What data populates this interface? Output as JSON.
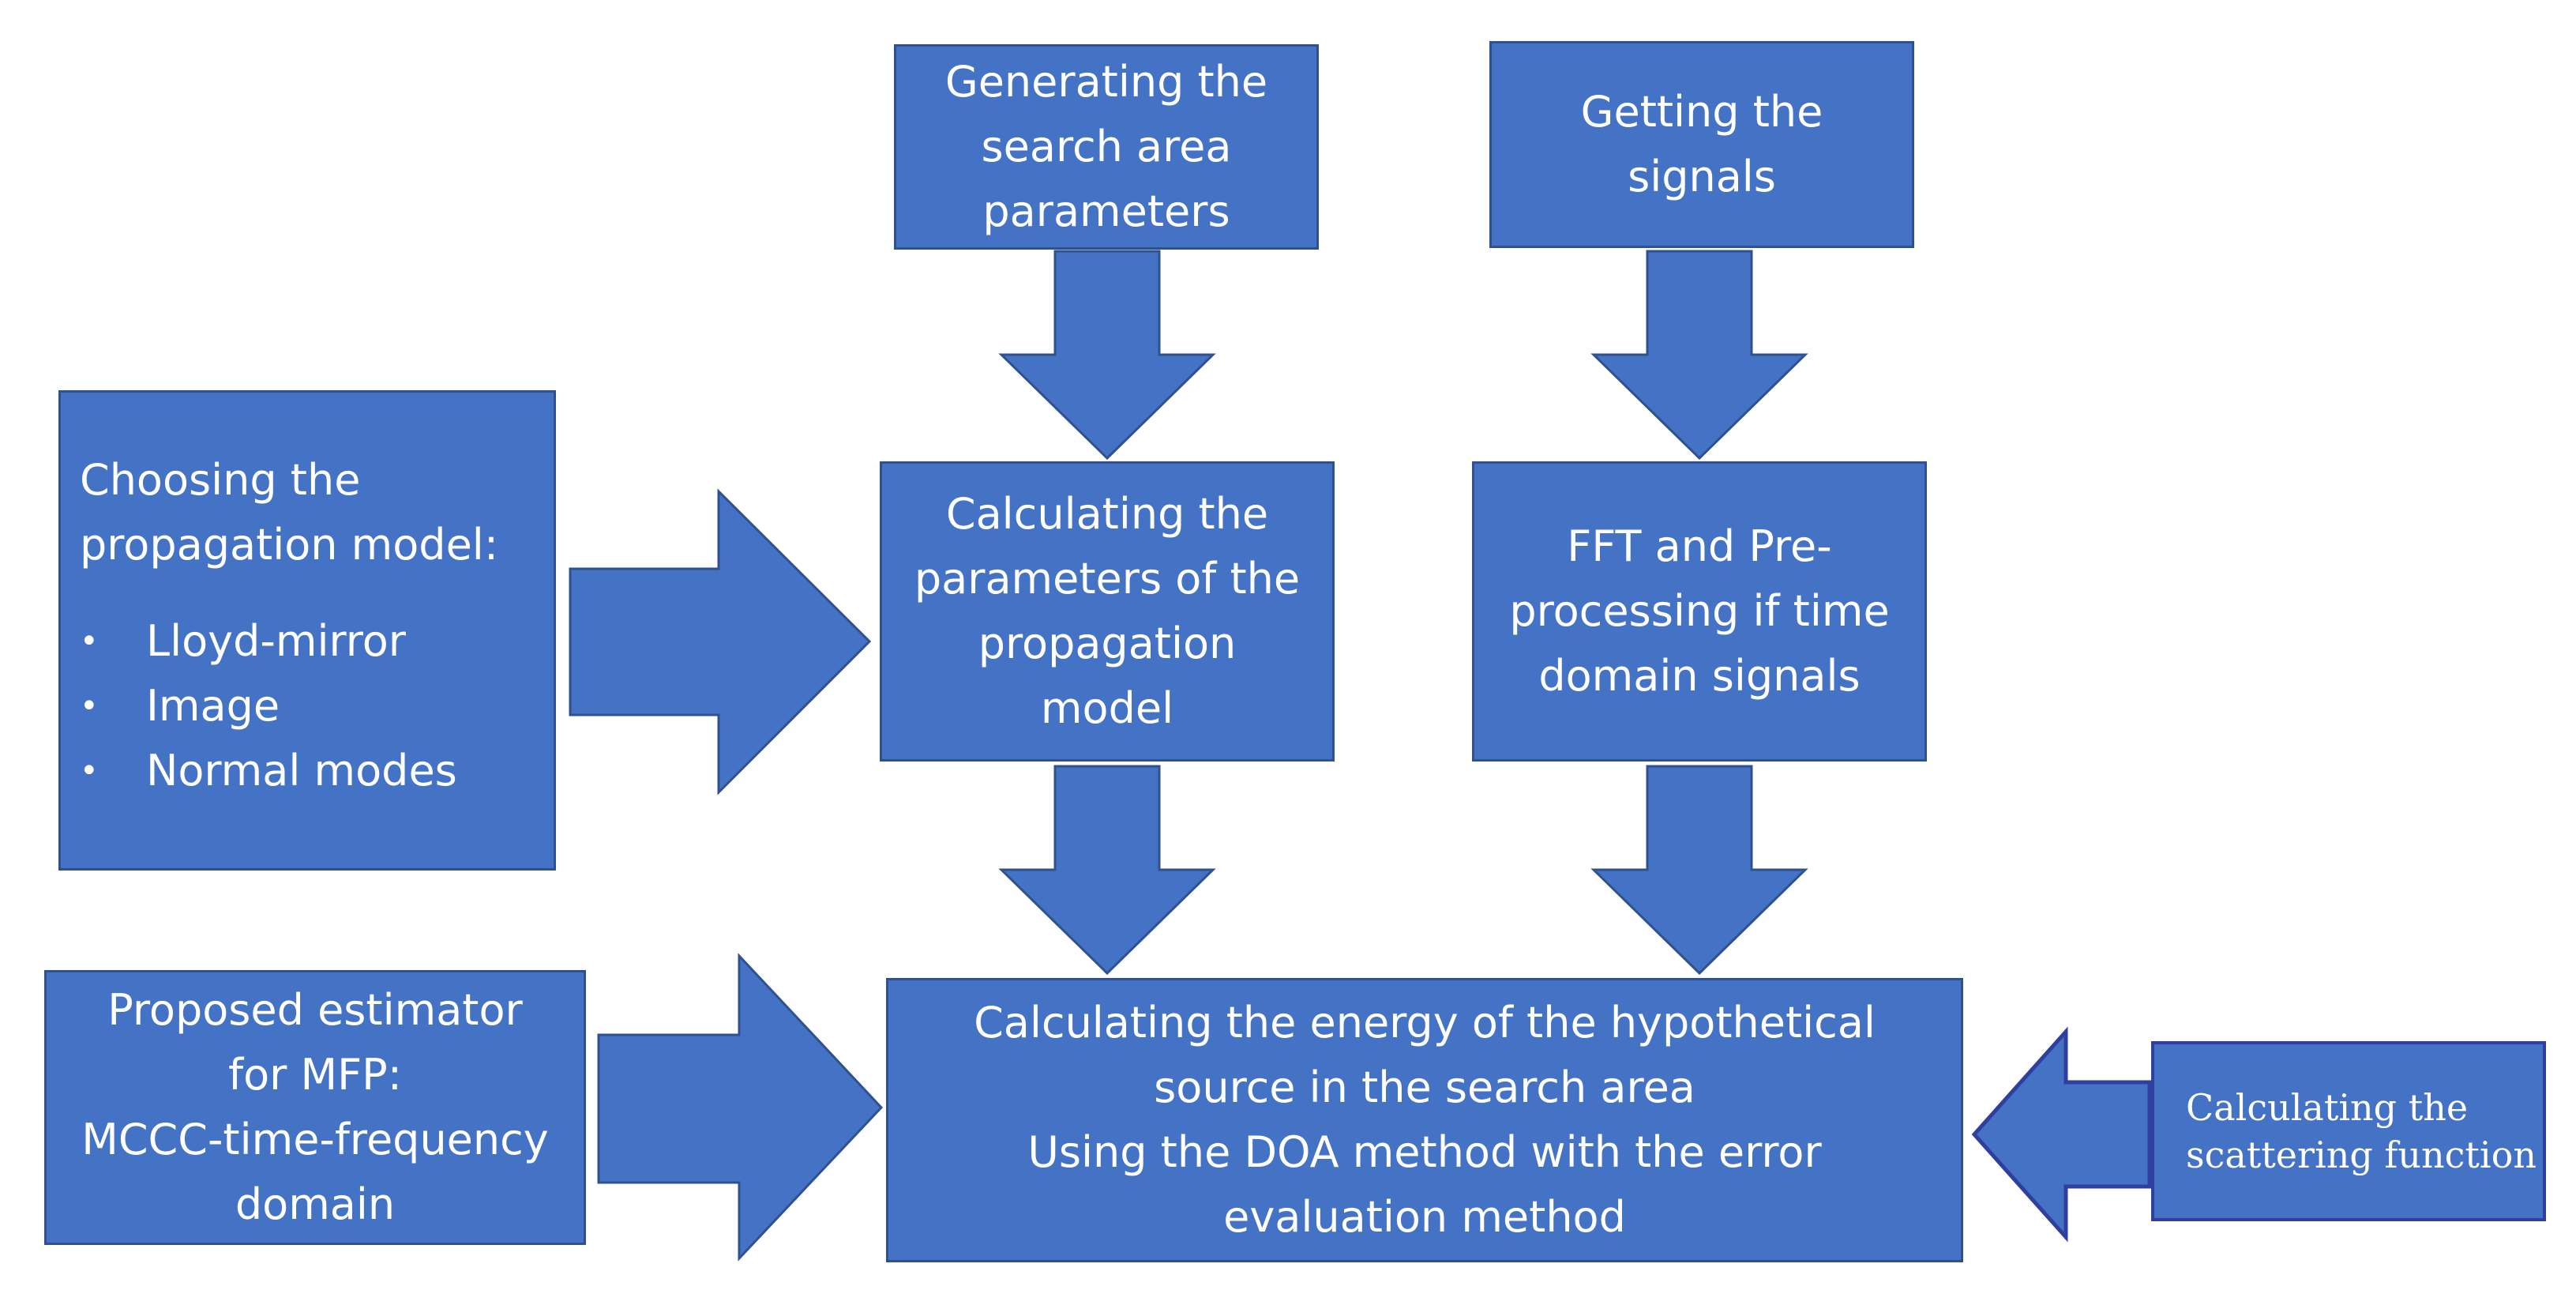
{
  "boxes": {
    "generating": {
      "lines": [
        "Generating the",
        "search area",
        "parameters"
      ]
    },
    "getting": {
      "lines": [
        "Getting the",
        "signals"
      ]
    },
    "choosing": {
      "title_lines": [
        "Choosing the",
        "propagation model:"
      ],
      "bullets": [
        "Lloyd-mirror",
        "Image",
        "Normal modes"
      ]
    },
    "calc_params": {
      "lines": [
        "Calculating the",
        "parameters of the",
        "propagation",
        "model"
      ]
    },
    "fft": {
      "lines": [
        "FFT and Pre-",
        "processing if time",
        "domain signals"
      ]
    },
    "estimator": {
      "lines": [
        "Proposed estimator",
        "for MFP:",
        "MCCC-time-frequency",
        "domain"
      ]
    },
    "energy": {
      "lines": [
        "Calculating the energy of the hypothetical",
        "source in the search area",
        "Using the DOA method with the error",
        "evaluation method"
      ]
    },
    "scattering": {
      "lines": [
        "Calculating the",
        "scattering function"
      ]
    }
  },
  "colors": {
    "box_fill": "#4472C4",
    "box_border": "#2F528F",
    "text": "#FFFFFF"
  }
}
